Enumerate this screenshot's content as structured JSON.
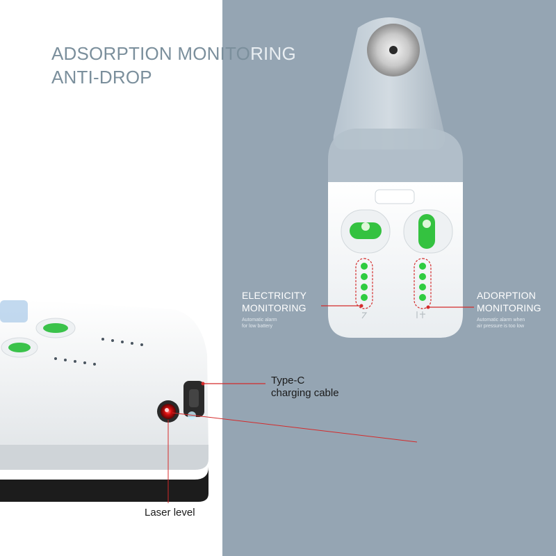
{
  "headline": {
    "line1_white_part": "ADSORPTION MONITO",
    "line1_rest": "RING",
    "line2": "ANTI-DROP"
  },
  "callouts": {
    "electricity": {
      "title_line1": "ELECTRICITY",
      "title_line2": "MONITORING",
      "sub_line1": "Automatic alarm",
      "sub_line2": "for low battery"
    },
    "adsorption": {
      "title_line1": "ADORPTION",
      "title_line2": "MONITORING",
      "sub_line1": "Automatic alarm when",
      "sub_line2": "air pressure is too low"
    },
    "typec": {
      "line1": "Type-C",
      "line2": "charging cable"
    },
    "laser": {
      "label": "Laser level"
    }
  },
  "colors": {
    "background_left": "#ffffff",
    "background_right": "#95a5b3",
    "heading": "#7b8f9c",
    "indicator_green": "#2ecc40",
    "callout_red": "#d42a2a"
  }
}
